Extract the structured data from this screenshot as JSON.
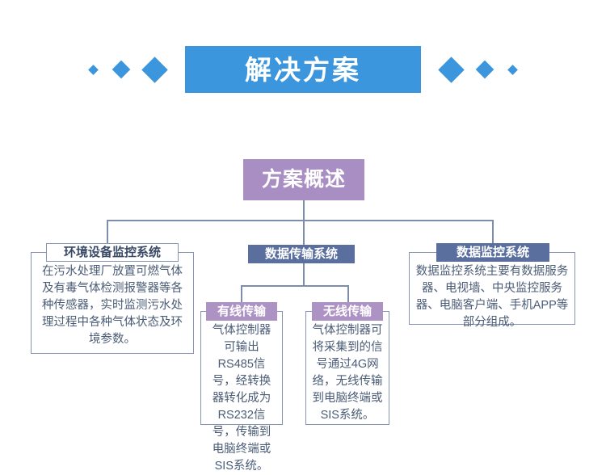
{
  "header": {
    "title": "解决方案",
    "banner_color": "#3b96dd",
    "diamond_color": "#3b96dd",
    "left_diamonds": [
      "small",
      "medium",
      "large"
    ],
    "right_diamonds": [
      "large",
      "medium",
      "small"
    ]
  },
  "root": {
    "label": "方案概述",
    "color": "#a98ec4",
    "text_color": "#ffffff"
  },
  "connector_color": "#7e8dac",
  "branches": [
    {
      "id": "env",
      "title": "环境设备监控系统",
      "title_style": "outline",
      "title_bg": "#ffffff",
      "title_text_color": "#3a4a66",
      "body": "在污水处理厂放置可燃气体及有毒气体检测报警器等各种传感器，实时监测污水处理过程中各种气体状态及环境参数。"
    },
    {
      "id": "transmission",
      "title": "数据传输系统",
      "title_style": "slate",
      "title_bg": "#5a6f9e",
      "title_text_color": "#ffffff",
      "body": ""
    },
    {
      "id": "monitoring",
      "title": "数据监控系统",
      "title_style": "slate",
      "title_bg": "#5a6f9e",
      "title_text_color": "#ffffff",
      "body": "数据监控系统主要有数据服务器、电视墙、中央监控服务器、电脑客户端、手机APP等部分组成。"
    }
  ],
  "sub_branches": [
    {
      "id": "wired",
      "title": "有线传输",
      "title_style": "lilac",
      "title_bg": "#ad92c4",
      "title_text_color": "#ffffff",
      "body": "气体控制器可输出RS485信号，经转换器转化成为RS232信号，传输到电脑终端或SIS系统。"
    },
    {
      "id": "wireless",
      "title": "无线传输",
      "title_style": "lilac",
      "title_bg": "#ad92c4",
      "title_text_color": "#ffffff",
      "body": "气体控制器可将采集到的信号通过4G网络，无线传输到电脑终端或SIS系统。"
    }
  ],
  "palette": {
    "accent_blue": "#3b96dd",
    "accent_purple": "#a98ec4",
    "badge_slate": "#5a6f9e",
    "badge_lilac": "#ad92c4",
    "body_text": "#4b5c76",
    "border": "#8494b2"
  }
}
